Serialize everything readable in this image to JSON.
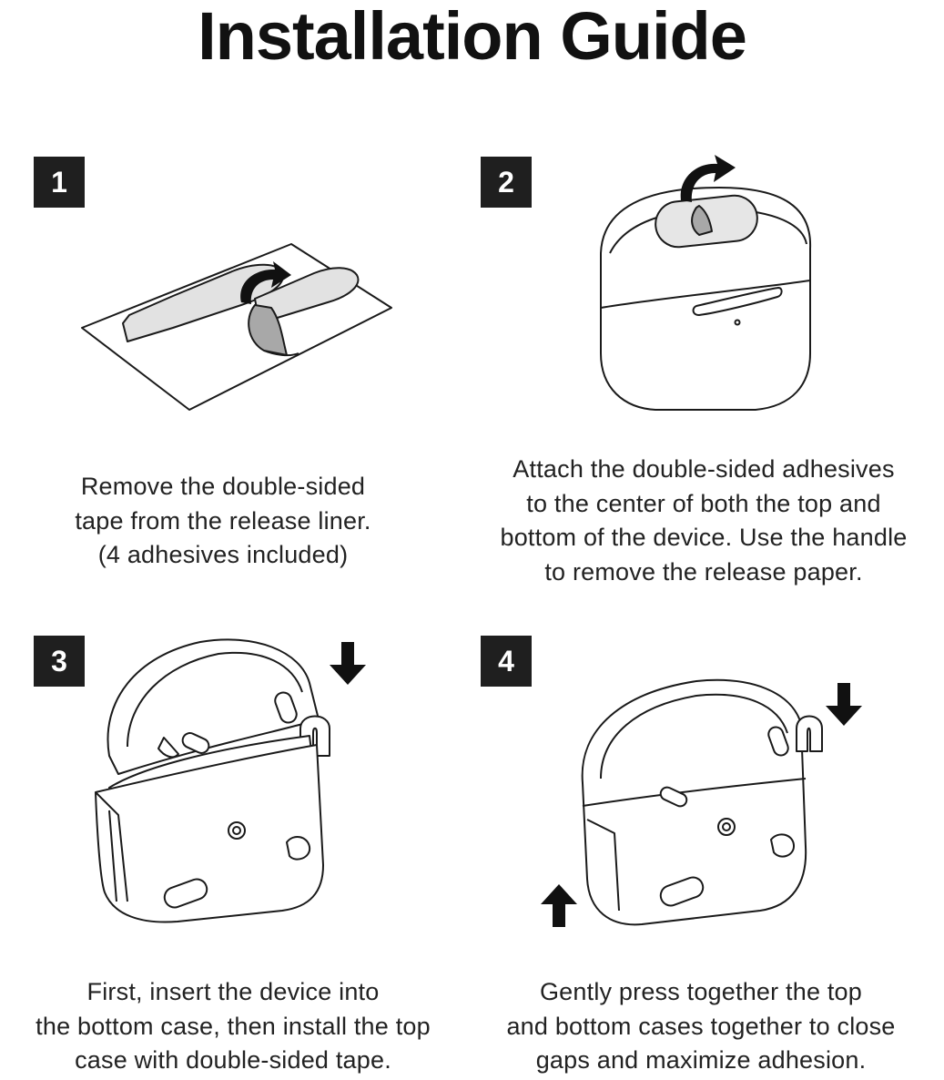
{
  "title": "Installation Guide",
  "steps": [
    {
      "number": "1",
      "caption_lines": [
        "Remove the double-sided",
        "tape from the release liner.",
        "(4 adhesives included)"
      ]
    },
    {
      "number": "2",
      "caption_lines": [
        "Attach the double-sided adhesives",
        "to the center of both the top and",
        "bottom of the device. Use the handle",
        "to remove the release paper."
      ]
    },
    {
      "number": "3",
      "caption_lines": [
        "First, insert the device into",
        "the bottom case, then install the top",
        "case with double-sided tape."
      ]
    },
    {
      "number": "4",
      "caption_lines": [
        "Gently press together the top",
        "and bottom cases together to close",
        "gaps and maximize adhesion."
      ]
    }
  ],
  "colors": {
    "badge": "#1f1f1f",
    "line": "#1a1a1a",
    "tape": "#d9d9d9",
    "tab": "#a8a8a8"
  },
  "icons": [
    "curved-arrow-icon",
    "down-arrow-icon",
    "up-arrow-icon"
  ]
}
